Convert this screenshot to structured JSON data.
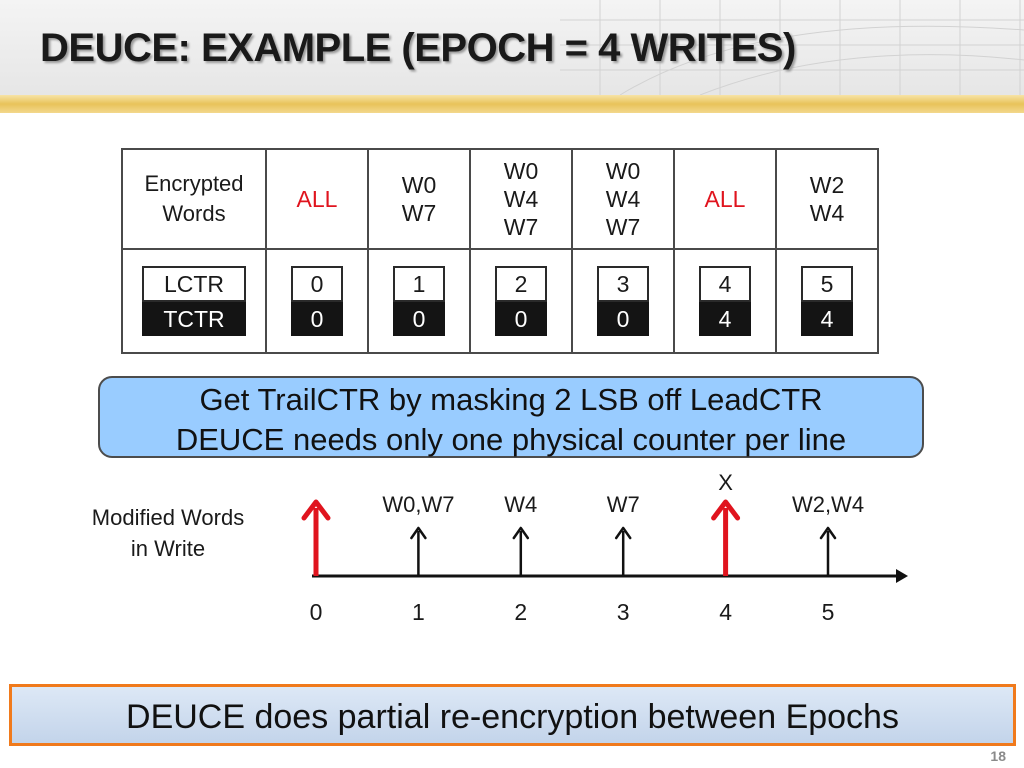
{
  "slide": {
    "title": "DEUCE: EXAMPLE (EPOCH = 4 WRITES)",
    "page_number": "18"
  },
  "table": {
    "encrypted_label": [
      "Encrypted",
      "Words"
    ],
    "encrypted": [
      {
        "lines": [
          "ALL"
        ],
        "highlight": true
      },
      {
        "lines": [
          "W0",
          "W7"
        ],
        "highlight": false
      },
      {
        "lines": [
          "W0",
          "W4",
          "W7"
        ],
        "highlight": false
      },
      {
        "lines": [
          "W0",
          "W4",
          "W7"
        ],
        "highlight": false
      },
      {
        "lines": [
          "ALL"
        ],
        "highlight": true
      },
      {
        "lines": [
          "W2",
          "W4"
        ],
        "highlight": false
      }
    ],
    "lctr_label": "LCTR",
    "tctr_label": "TCTR",
    "counters": [
      {
        "lctr": "0",
        "tctr": "0"
      },
      {
        "lctr": "1",
        "tctr": "0"
      },
      {
        "lctr": "2",
        "tctr": "0"
      },
      {
        "lctr": "3",
        "tctr": "0"
      },
      {
        "lctr": "4",
        "tctr": "4"
      },
      {
        "lctr": "5",
        "tctr": "4"
      }
    ]
  },
  "callout": {
    "line1": "Get TrailCTR by masking 2 LSB off LeadCTR",
    "line2": "DEUCE needs only one physical counter per line"
  },
  "timeline": {
    "label_line1": "Modified Words",
    "label_line2": "in Write",
    "events": [
      {
        "tick": "0",
        "words": "",
        "epoch": true,
        "mark": ""
      },
      {
        "tick": "1",
        "words": "W0,W7",
        "epoch": false,
        "mark": ""
      },
      {
        "tick": "2",
        "words": "W4",
        "epoch": false,
        "mark": ""
      },
      {
        "tick": "3",
        "words": "W7",
        "epoch": false,
        "mark": ""
      },
      {
        "tick": "4",
        "words": "",
        "epoch": true,
        "mark": "X"
      },
      {
        "tick": "5",
        "words": "W2,W4",
        "epoch": false,
        "mark": ""
      }
    ],
    "epoch_arrow_color": "#e0141e",
    "normal_arrow_color": "#111111"
  },
  "footer": {
    "text": "DEUCE does partial re-encryption between Epochs",
    "border_color": "#f07a1c"
  }
}
